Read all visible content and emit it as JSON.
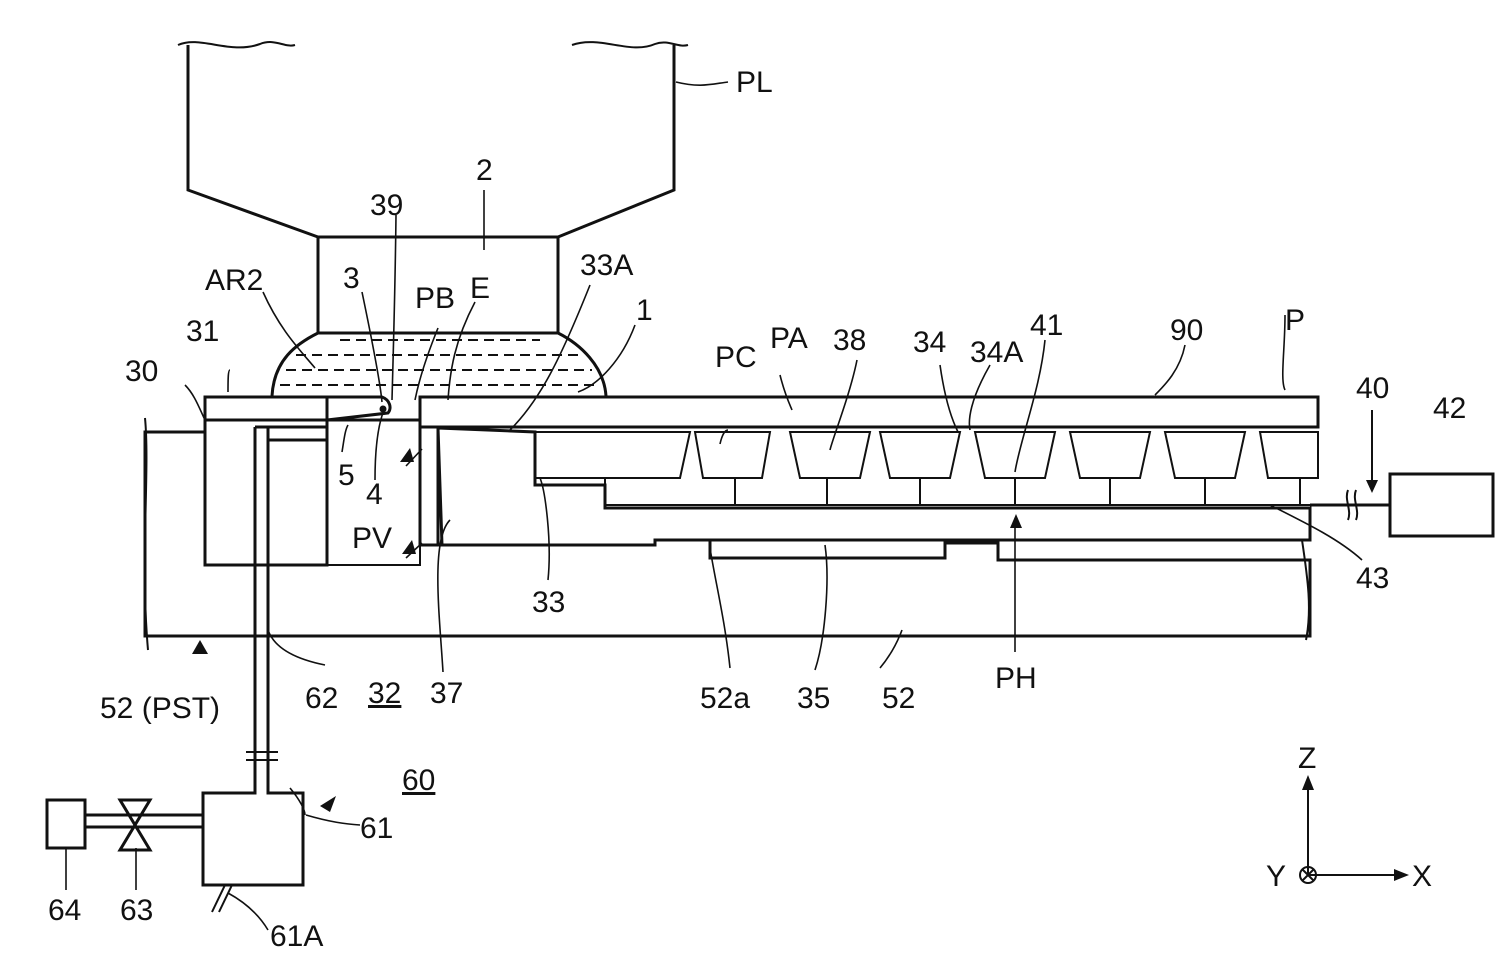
{
  "labels": {
    "PL": "PL",
    "l2": "2",
    "l39": "39",
    "AR2": "AR2",
    "l3": "3",
    "PB": "PB",
    "E": "E",
    "l33A": "33A",
    "l1": "1",
    "l31": "31",
    "l30": "30",
    "PA": "PA",
    "PC": "PC",
    "l38": "38",
    "l34": "34",
    "l34A": "34A",
    "l41": "41",
    "l90": "90",
    "P": "P",
    "l40": "40",
    "l42": "42",
    "l5": "5",
    "l4": "4",
    "PV": "PV",
    "l33": "33",
    "l43": "43",
    "l52PST": "52 (PST)",
    "l62": "62",
    "l32": "32",
    "l37": "37",
    "l52a": "52a",
    "l35": "35",
    "l52": "52",
    "PH": "PH",
    "l60": "60",
    "l61": "61",
    "l64": "64",
    "l63": "63",
    "l61A": "61A",
    "Z": "Z",
    "Y": "Y",
    "X": "X"
  },
  "colors": {
    "line": "#111111",
    "background": "#ffffff"
  }
}
